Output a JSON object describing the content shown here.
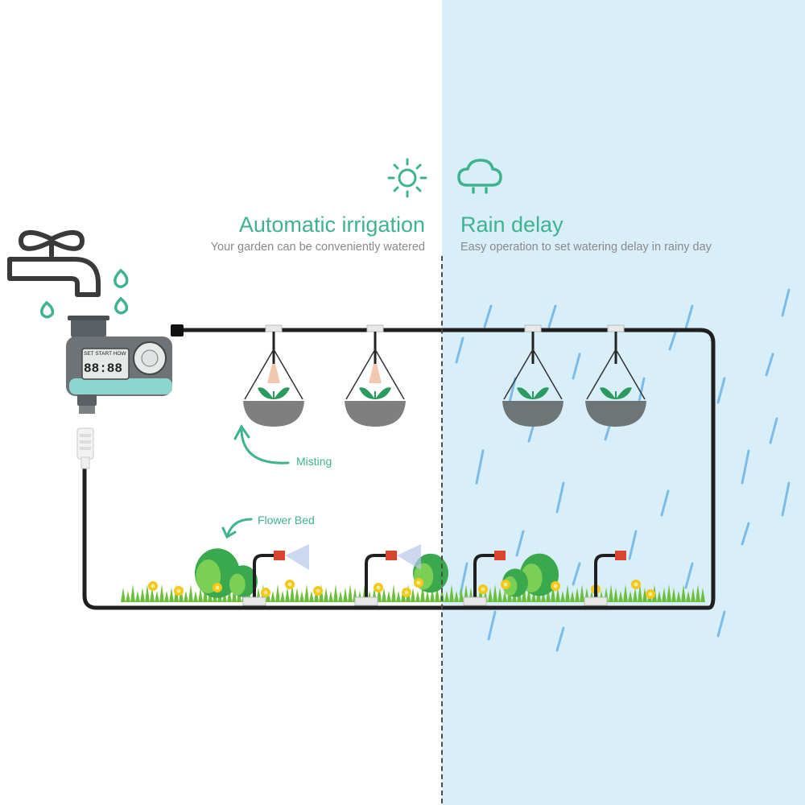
{
  "colors": {
    "accent": "#3fb28f",
    "rain_panel": "#d8eef8",
    "rain_drop": "#6bb4e6",
    "heading": "#3fb28f",
    "subtext": "#8a8a8a",
    "pipe": "#1f1f1f"
  },
  "left_section": {
    "icon": "sun-icon",
    "title": "Automatic irrigation",
    "subtitle": "Your garden can be conveniently watered"
  },
  "right_section": {
    "icon": "cloud-icon",
    "title": "Rain delay",
    "subtitle": "Easy operation to set watering delay in rainy day"
  },
  "callouts": {
    "misting": "Misting",
    "flower_bed": "Flower Bed"
  },
  "timer": {
    "icon": "water-timer-icon",
    "lcd_labels": "SET START HOW",
    "lcd_digits": "88:88"
  },
  "faucet": {
    "icon": "faucet-icon"
  }
}
